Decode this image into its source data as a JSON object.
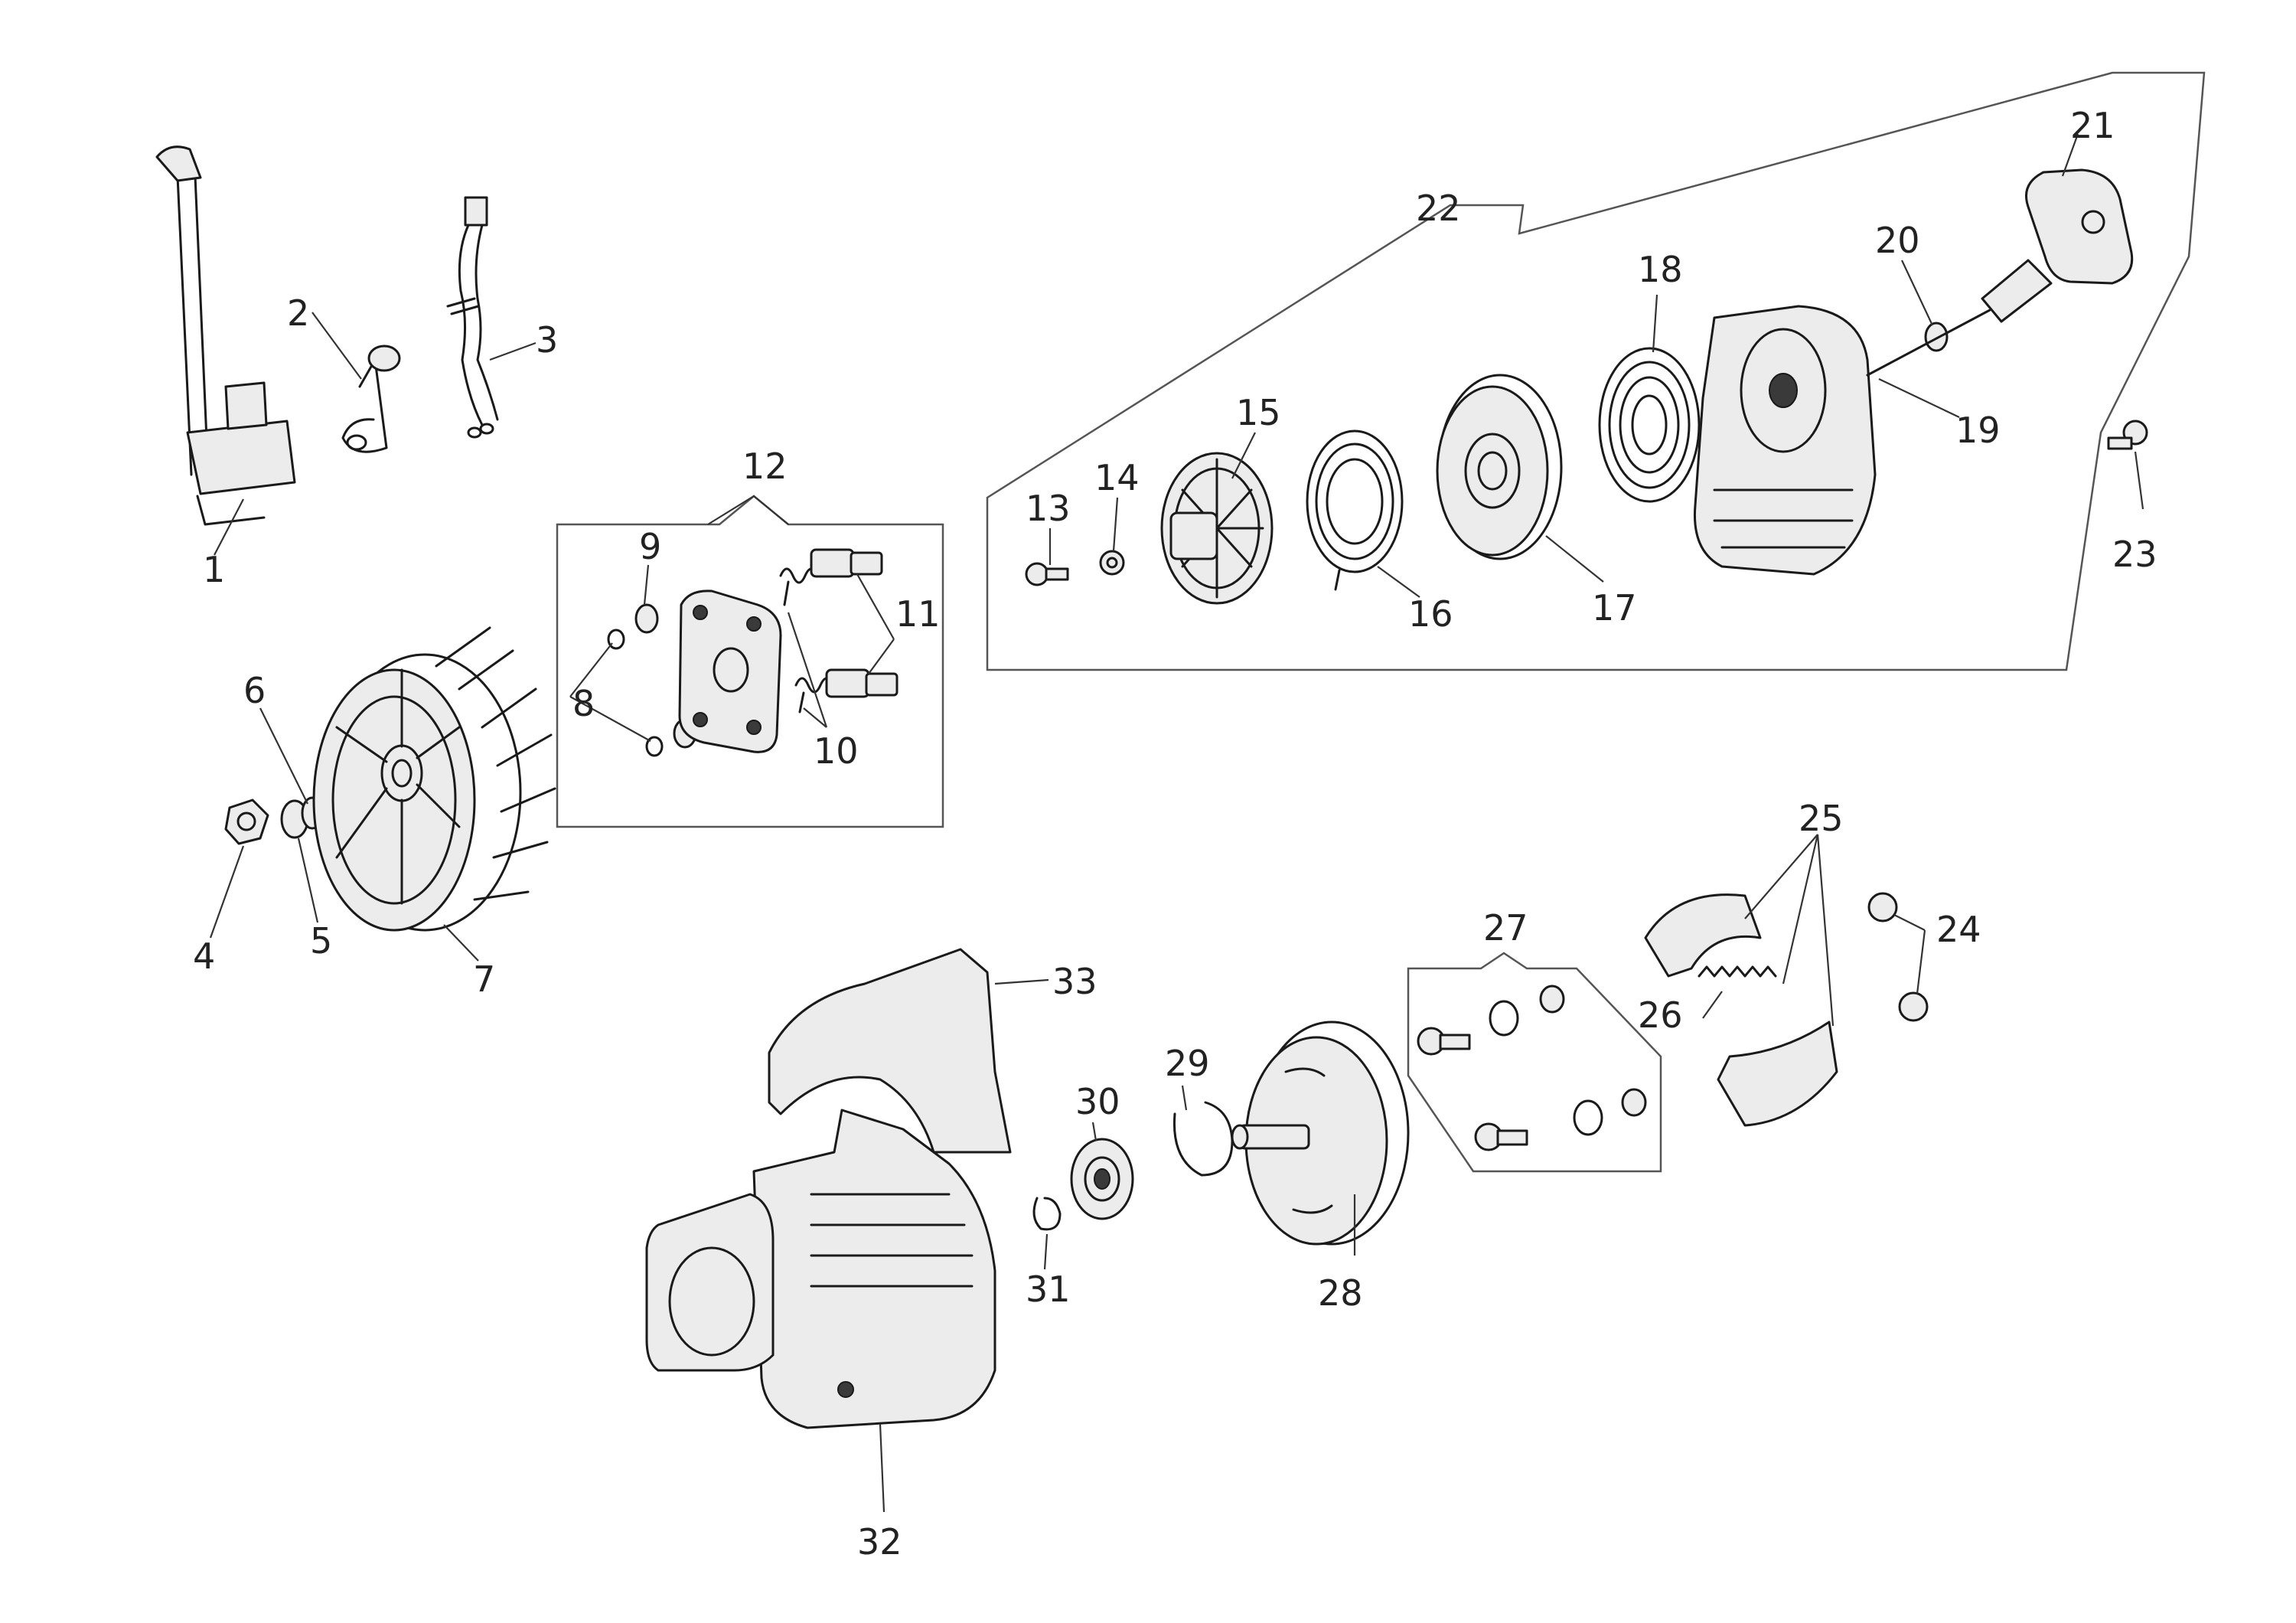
{
  "callouts": [
    {
      "id": "1",
      "label": "1"
    },
    {
      "id": "2",
      "label": "2"
    },
    {
      "id": "3",
      "label": "3"
    },
    {
      "id": "4",
      "label": "4"
    },
    {
      "id": "5",
      "label": "5"
    },
    {
      "id": "6",
      "label": "6"
    },
    {
      "id": "7",
      "label": "7"
    },
    {
      "id": "8",
      "label": "8"
    },
    {
      "id": "9",
      "label": "9"
    },
    {
      "id": "10",
      "label": "10"
    },
    {
      "id": "11",
      "label": "11"
    },
    {
      "id": "12",
      "label": "12"
    },
    {
      "id": "13",
      "label": "13"
    },
    {
      "id": "14",
      "label": "14"
    },
    {
      "id": "15",
      "label": "15"
    },
    {
      "id": "16",
      "label": "16"
    },
    {
      "id": "17",
      "label": "17"
    },
    {
      "id": "18",
      "label": "18"
    },
    {
      "id": "19",
      "label": "19"
    },
    {
      "id": "20",
      "label": "20"
    },
    {
      "id": "21",
      "label": "21"
    },
    {
      "id": "22",
      "label": "22"
    },
    {
      "id": "23",
      "label": "23"
    },
    {
      "id": "24",
      "label": "24"
    },
    {
      "id": "25",
      "label": "25"
    },
    {
      "id": "26",
      "label": "26"
    },
    {
      "id": "27",
      "label": "27"
    },
    {
      "id": "28",
      "label": "28"
    },
    {
      "id": "29",
      "label": "29"
    },
    {
      "id": "30",
      "label": "30"
    },
    {
      "id": "31",
      "label": "31"
    },
    {
      "id": "32",
      "label": "32"
    },
    {
      "id": "33",
      "label": "33"
    }
  ],
  "colors": {
    "line": "#1a1a1a",
    "frame": "#555555",
    "fill": "#ececec"
  }
}
